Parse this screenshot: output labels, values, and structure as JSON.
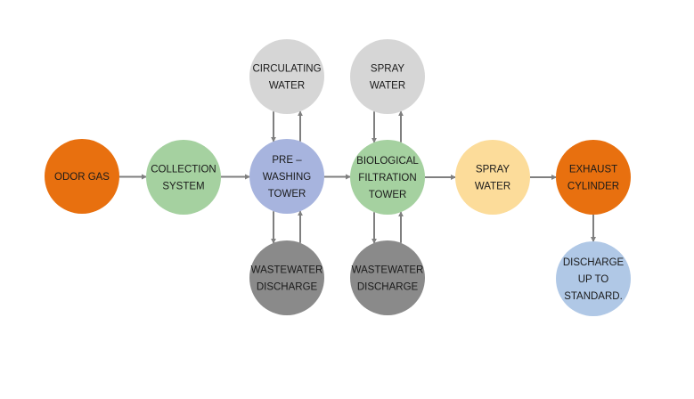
{
  "diagram": {
    "type": "process-flow",
    "colors": {
      "orange": "#e8700f",
      "green": "#a5d1a0",
      "blue": "#a7b4de",
      "light_gray": "#d6d6d6",
      "dark_gray": "#8a8a8a",
      "yellow": "#fcdc9a",
      "light_blue": "#b0c8e6",
      "arrow": "#7f7f7f"
    },
    "nodes": [
      {
        "id": "odor-gas",
        "lines": [
          "ODOR GAS"
        ],
        "color": "orange"
      },
      {
        "id": "collection-system",
        "lines": [
          "COLLECTION",
          "SYSTEM"
        ],
        "color": "green"
      },
      {
        "id": "pre-washing-tower",
        "lines": [
          "PRE –",
          "WASHING",
          "TOWER"
        ],
        "color": "blue"
      },
      {
        "id": "circulating-water",
        "lines": [
          "CIRCULATING",
          "WATER"
        ],
        "color": "light_gray"
      },
      {
        "id": "wastewater-discharge-1",
        "lines": [
          "WASTEWATER",
          "DISCHARGE"
        ],
        "color": "dark_gray"
      },
      {
        "id": "biological-filtration-tower",
        "lines": [
          "BIOLOGICAL",
          "FILTRATION",
          "TOWER"
        ],
        "color": "green"
      },
      {
        "id": "spray-water-top",
        "lines": [
          "SPRAY",
          "WATER"
        ],
        "color": "light_gray"
      },
      {
        "id": "wastewater-discharge-2",
        "lines": [
          "WASTEWATER",
          "DISCHARGE"
        ],
        "color": "dark_gray"
      },
      {
        "id": "spray-water",
        "lines": [
          "SPRAY",
          "WATER"
        ],
        "color": "yellow"
      },
      {
        "id": "exhaust-cylinder",
        "lines": [
          "EXHAUST",
          "CYLINDER"
        ],
        "color": "orange"
      },
      {
        "id": "discharge-up-to-standard",
        "lines": [
          "DISCHARGE",
          "UP TO",
          "STANDARD."
        ],
        "color": "light_blue"
      }
    ],
    "edges": [
      {
        "from": "odor-gas",
        "to": "collection-system"
      },
      {
        "from": "collection-system",
        "to": "pre-washing-tower"
      },
      {
        "from": "pre-washing-tower",
        "to": "biological-filtration-tower"
      },
      {
        "from": "circulating-water",
        "to": "pre-washing-tower"
      },
      {
        "from": "pre-washing-tower",
        "to": "circulating-water"
      },
      {
        "from": "pre-washing-tower",
        "to": "wastewater-discharge-1"
      },
      {
        "from": "wastewater-discharge-1",
        "to": "pre-washing-tower"
      },
      {
        "from": "spray-water-top",
        "to": "biological-filtration-tower"
      },
      {
        "from": "biological-filtration-tower",
        "to": "spray-water-top"
      },
      {
        "from": "biological-filtration-tower",
        "to": "wastewater-discharge-2"
      },
      {
        "from": "wastewater-discharge-2",
        "to": "biological-filtration-tower"
      },
      {
        "from": "biological-filtration-tower",
        "to": "spray-water"
      },
      {
        "from": "spray-water",
        "to": "exhaust-cylinder"
      },
      {
        "from": "exhaust-cylinder",
        "to": "discharge-up-to-standard"
      }
    ]
  }
}
